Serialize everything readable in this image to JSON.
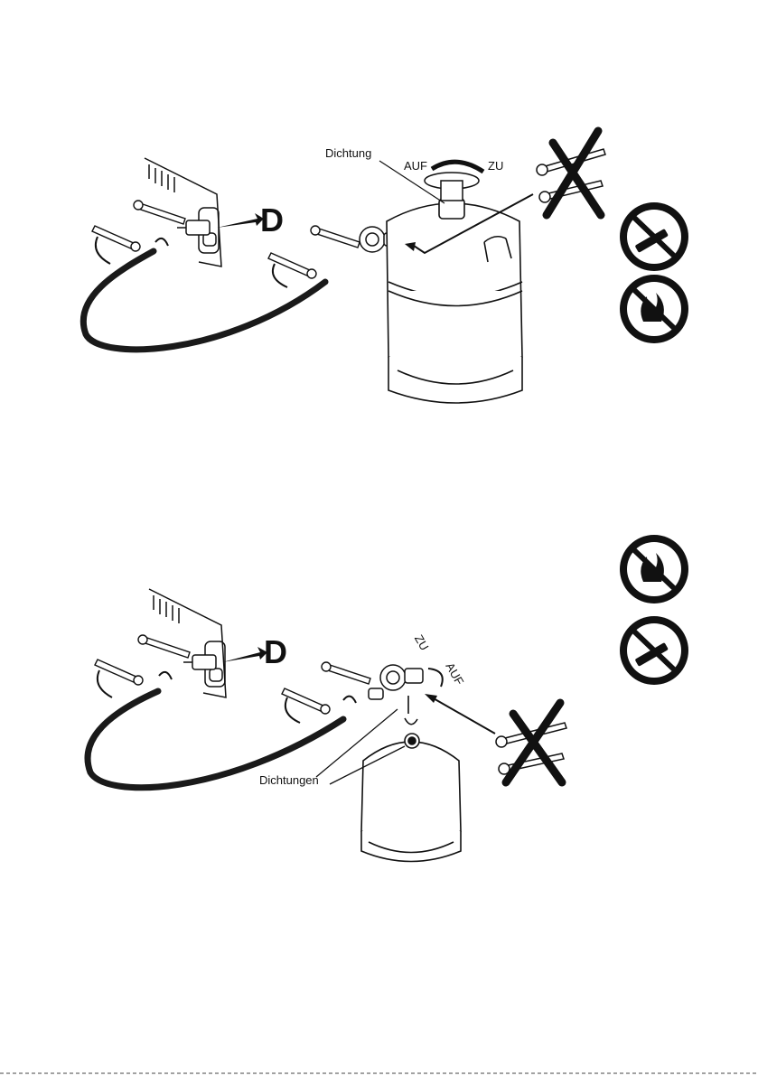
{
  "figure_top": {
    "label_seal": "Dichtung",
    "label_open": "AUF",
    "label_close": "ZU",
    "label_connection": "D"
  },
  "figure_bottom": {
    "label_close": "ZU",
    "label_open": "AUF",
    "label_connection": "D",
    "label_seals": "Dichtungen"
  },
  "icons": [
    "no-smoking-icon",
    "no-open-flame-icon",
    "no-tools-icon"
  ],
  "colors": {
    "ink": "#111111",
    "paper": "#ffffff",
    "hose": "#1a1a1a"
  }
}
